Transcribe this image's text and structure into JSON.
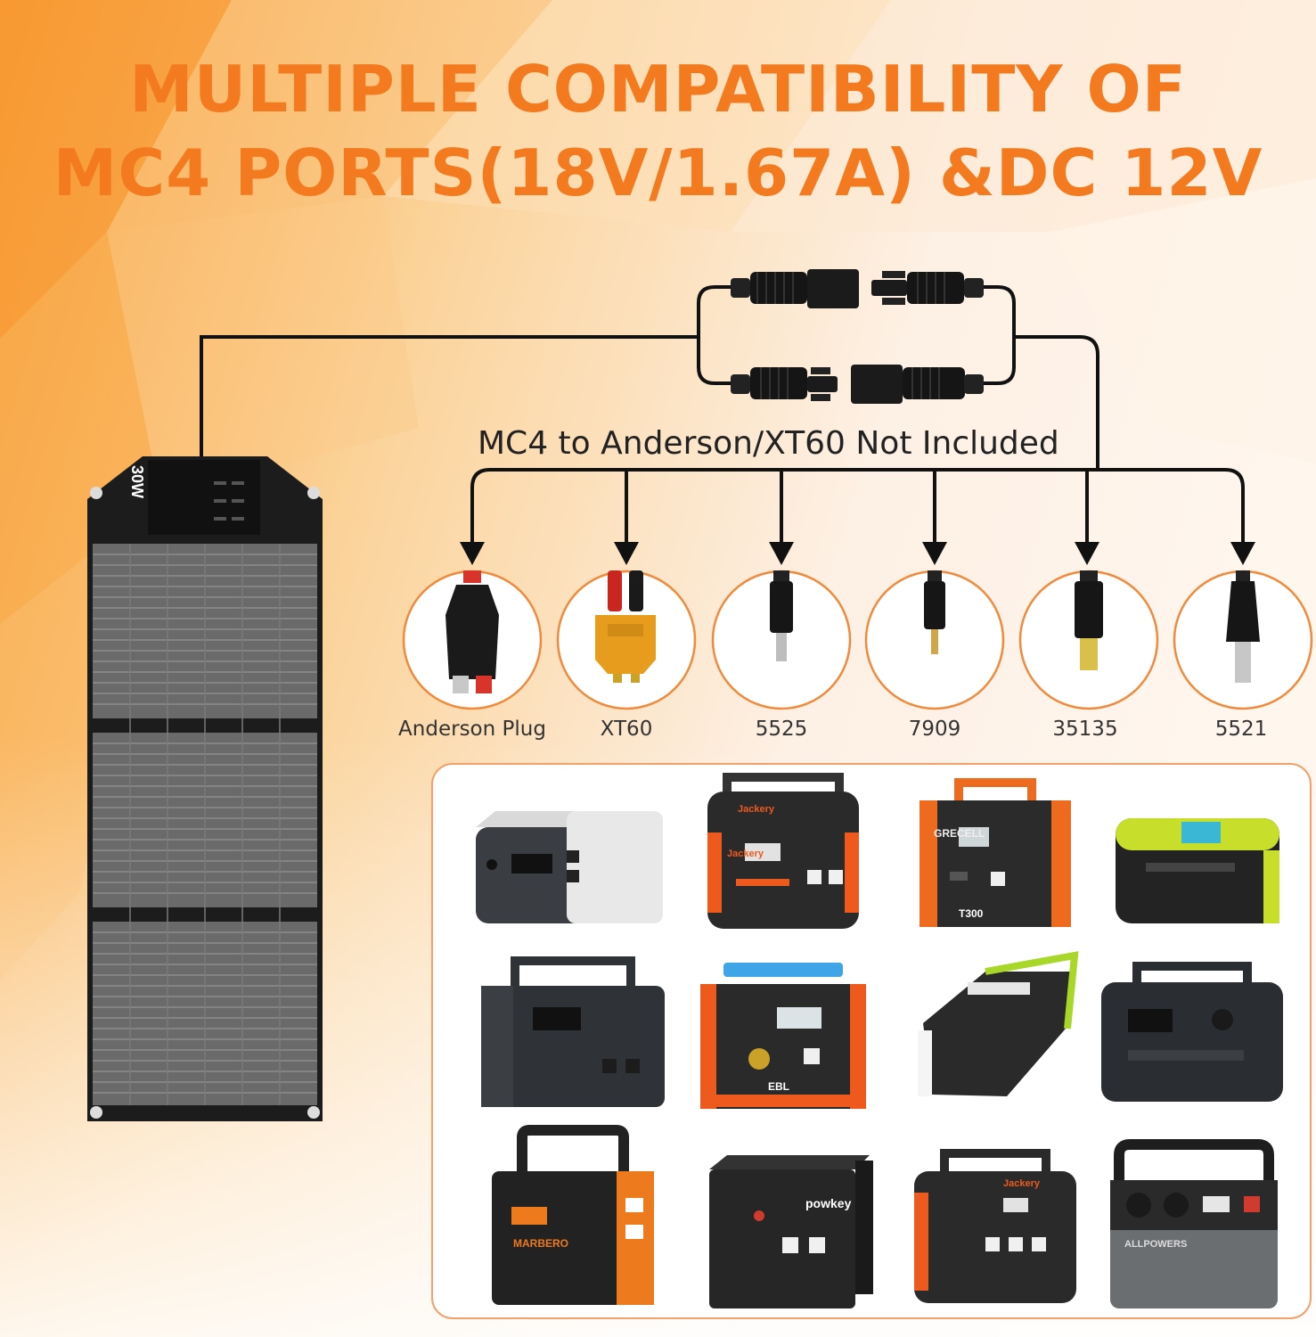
{
  "headline": {
    "line1": "MULTIPLE COMPATIBILITY OF",
    "line2": "MC4 PORTS(18V/1.67A) &DC 12V"
  },
  "note": "MC4 to Anderson/XT60 Not Included",
  "panel_label": "30W",
  "plugs": [
    {
      "label": "Anderson Plug"
    },
    {
      "label": "XT60"
    },
    {
      "label": "5525"
    },
    {
      "label": "7909"
    },
    {
      "label": "35135"
    },
    {
      "label": "5521"
    }
  ],
  "device_brands": [
    "GRECELL",
    "T300",
    "Jackery",
    "Jackery",
    "EBL",
    "MARBERO",
    "powkey",
    "Jackery",
    "ALLPOWERS"
  ],
  "colors": {
    "accent": "#f47a20",
    "ring": "#f08a3c",
    "cable": "#111111"
  }
}
